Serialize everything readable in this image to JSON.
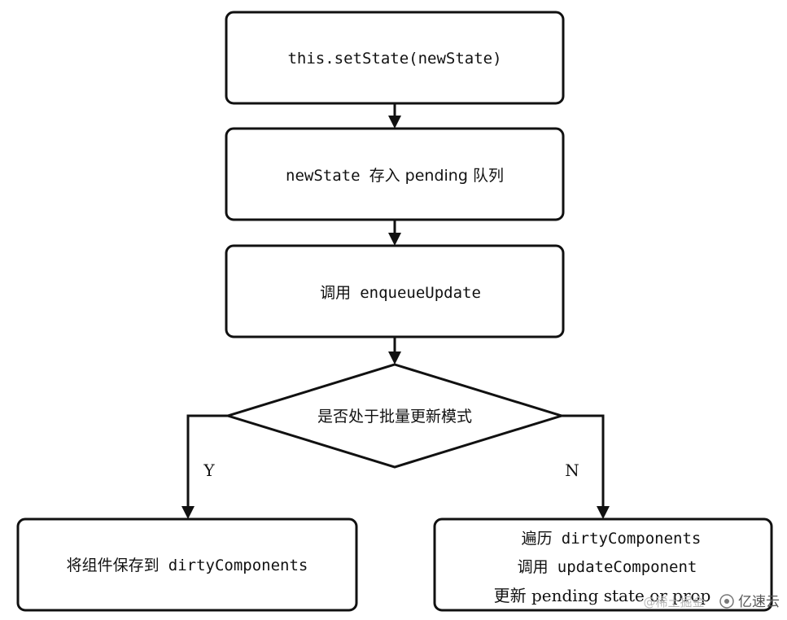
{
  "nodes": {
    "set_state": "this.setState(newState)",
    "pending_a": "newState",
    "pending_b": "存入 pending 队列",
    "enqueue_a": "调用",
    "enqueue_b": "enqueueUpdate",
    "decision": "是否处于批量更新模式",
    "yes_a": "将组件保存到",
    "yes_b": "dirtyComponents",
    "no_line1_a": "遍历",
    "no_line1_b": "dirtyComponents",
    "no_line2_a": "调用",
    "no_line2_b": "updateComponent",
    "no_line3": "更新 pending state or prop"
  },
  "edges": {
    "yes": "Y",
    "no": "N"
  },
  "watermark": {
    "text": "亿速云",
    "faint": "@稀土掘金"
  }
}
